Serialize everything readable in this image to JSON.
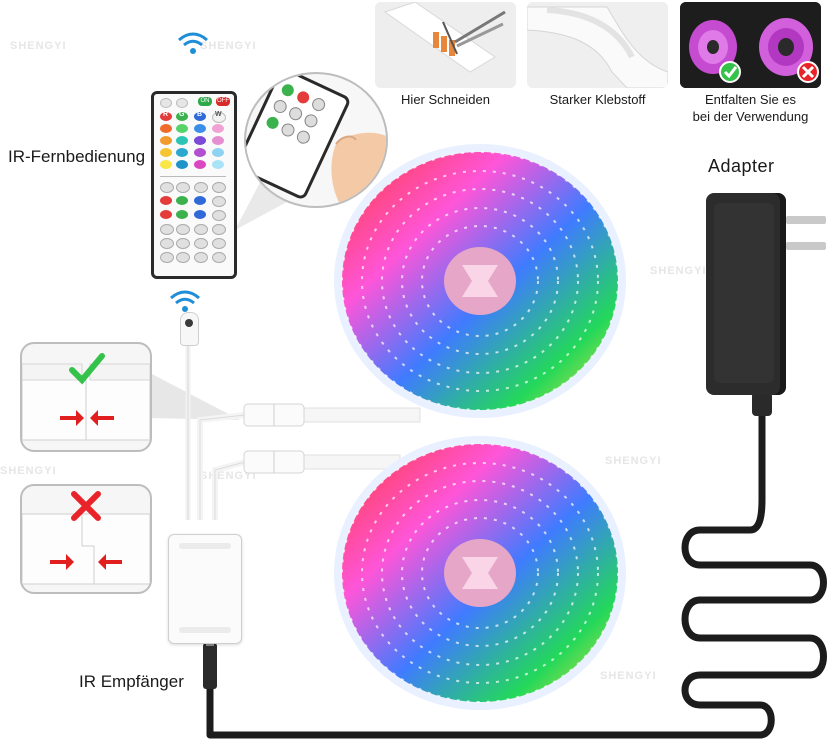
{
  "labels": {
    "remote": "IR-Fernbedienung",
    "adapter": "Adapter",
    "receiver": "IR Empfänger"
  },
  "features": [
    {
      "caption": "Hier Schneiden"
    },
    {
      "caption": "Starker Klebstoff"
    },
    {
      "caption": "Entfalten Sie es bei der Verwendung",
      "caption_line1": "Entfalten Sie es",
      "caption_line2": "bei der Verwendung"
    }
  ],
  "watermark": "SHENGYI",
  "remote_keys": [
    "ON",
    "OFF"
  ],
  "remote_letters": [
    "R",
    "G",
    "B",
    "W"
  ],
  "colors": {
    "check": "#35c24a",
    "cross": "#e8232a",
    "arrow": "#e11f1f",
    "wire": "#1c1c1c",
    "strip_white": "#f4f4f4"
  }
}
